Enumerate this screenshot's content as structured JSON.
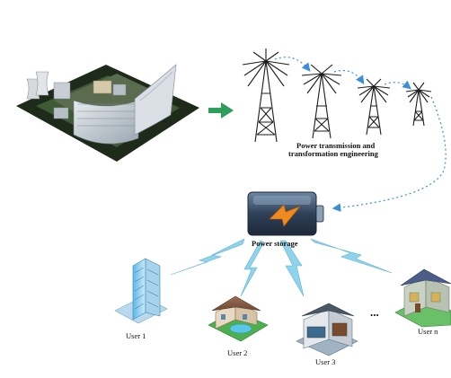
{
  "labels": {
    "transmission_line1": "Power transmission and",
    "transmission_line2": "transformation engineering",
    "storage": "Power storage",
    "user1": "User 1",
    "user2": "User 2",
    "user3": "User 3",
    "usern": "User n",
    "ellipsis": "..."
  },
  "colors": {
    "arrow_green": "#2e9e5b",
    "lightning_blue": "#8fd3ec",
    "dotted_blue": "#3a8fd8",
    "battery_body": "#3c4f66",
    "battery_bolt": "#f08a1e",
    "ground_dark": "#1e2a1a"
  }
}
